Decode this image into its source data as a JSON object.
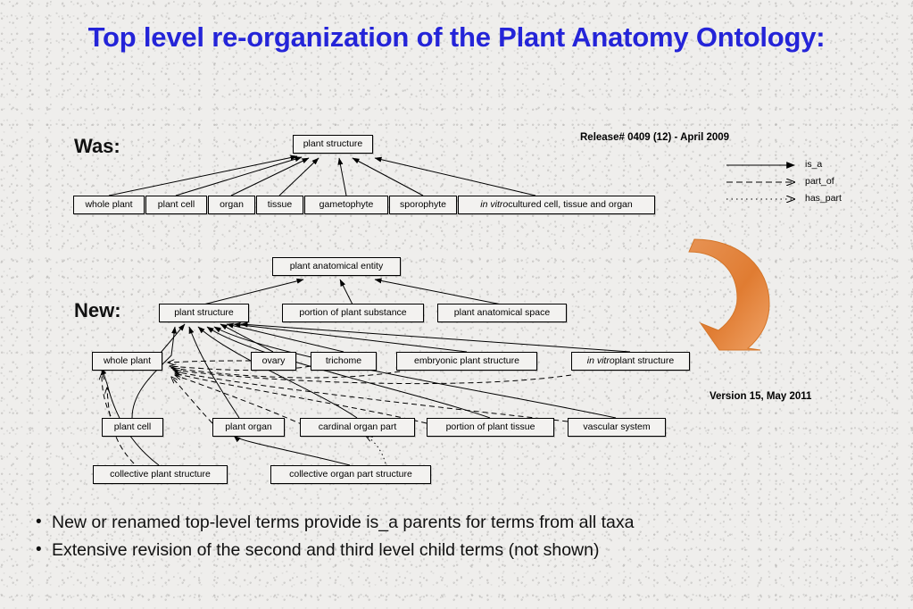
{
  "slide": {
    "title": "Top level re-organization of the Plant Anatomy Ontology:",
    "was_label": "Was:",
    "new_label": "New:",
    "release_text": "Release# 0409 (12) - April 2009",
    "version_text": "Version 15, May 2011"
  },
  "legend": {
    "items": [
      {
        "label": "is_a",
        "style": "solid-arrow"
      },
      {
        "label": "part_of",
        "style": "dashed-arrow"
      },
      {
        "label": "has_part",
        "style": "dotted-arrow"
      }
    ]
  },
  "old_diagram": {
    "root": "plant structure",
    "children": [
      "whole plant",
      "plant cell",
      "organ",
      "tissue",
      "gametophyte",
      "sporophyte",
      "in vitro cultured cell, tissue and organ"
    ],
    "italic_prefix": "in vitro",
    "italic_rest": " cultured cell, tissue and organ"
  },
  "new_diagram": {
    "root": "plant anatomical entity",
    "level2": [
      "plant structure",
      "portion of plant substance",
      "plant anatomical space"
    ],
    "level3": [
      "whole plant",
      "ovary",
      "trichome",
      "embryonic plant structure",
      "in vitro plant structure"
    ],
    "level3_italic_prefix": "in vitro",
    "level3_italic_rest": " plant structure",
    "level4": [
      "plant cell",
      "plant organ",
      "cardinal organ part",
      "portion of plant tissue",
      "vascular system"
    ],
    "level5": [
      "collective plant structure",
      "collective organ part structure"
    ]
  },
  "bullets": [
    "New or renamed  top-level terms provide is_a parents for terms from all taxa",
    "Extensive revision  of the second and third level child terms (not shown)"
  ],
  "colors": {
    "title": "#2424d8",
    "arrow_accent": "#e2823c",
    "node_border": "#000000",
    "background": "#efeeec"
  }
}
